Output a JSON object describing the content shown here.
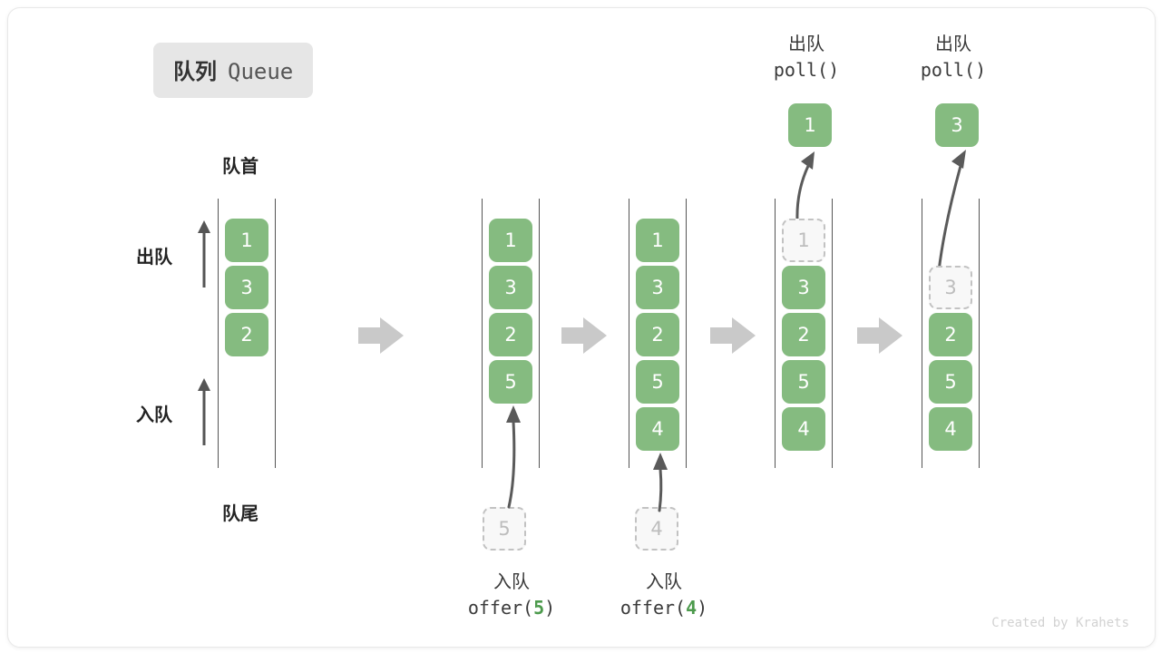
{
  "title": {
    "cn": "队列",
    "en": "Queue"
  },
  "labels": {
    "front": "队首",
    "rear": "队尾",
    "dequeue": "出队",
    "enqueue": "入队"
  },
  "operations": [
    {
      "id": "offer-5",
      "cn": "入队",
      "fn_prefix": "offer(",
      "value": "5",
      "fn_suffix": ")",
      "position": "bottom"
    },
    {
      "id": "offer-4",
      "cn": "入队",
      "fn_prefix": "offer(",
      "value": "4",
      "fn_suffix": ")",
      "position": "bottom"
    },
    {
      "id": "poll-1",
      "cn": "出队",
      "fn_prefix": "poll(",
      "value": "",
      "fn_suffix": ")",
      "position": "top"
    },
    {
      "id": "poll-3",
      "cn": "出队",
      "fn_prefix": "poll(",
      "value": "",
      "fn_suffix": ")",
      "position": "top"
    }
  ],
  "columns": [
    {
      "id": "state-0",
      "cells": [
        "1",
        "3",
        "2"
      ],
      "ghost_index": -1,
      "pending": null,
      "popped": null
    },
    {
      "id": "state-1",
      "cells": [
        "1",
        "3",
        "2",
        "5"
      ],
      "ghost_index": -1,
      "pending": "5",
      "popped": null
    },
    {
      "id": "state-2",
      "cells": [
        "1",
        "3",
        "2",
        "5",
        "4"
      ],
      "ghost_index": -1,
      "pending": "4",
      "popped": null
    },
    {
      "id": "state-3",
      "cells": [
        "1",
        "3",
        "2",
        "5",
        "4"
      ],
      "ghost_index": 0,
      "pending": null,
      "popped": "1"
    },
    {
      "id": "state-4",
      "cells": [
        "3",
        "2",
        "5",
        "4"
      ],
      "ghost_index": 0,
      "pending": null,
      "popped": "3"
    }
  ],
  "flow_arrows": 4,
  "colors": {
    "cell_green": "#85bb80",
    "ghost_fill": "#f8f8f8",
    "ghost_border": "#c2c2c2",
    "rail": "#555555",
    "arrow_gray": "#c9c9c9",
    "curve_arrow": "#5a5a5a",
    "badge_bg": "#e6e6e6"
  },
  "credit": "Created by Krahets"
}
